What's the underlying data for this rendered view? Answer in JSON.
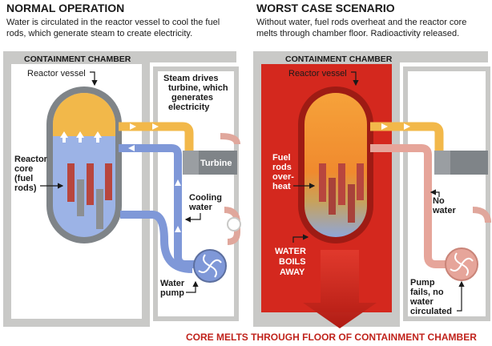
{
  "normal": {
    "title": "NORMAL OPERATION",
    "desc_line1": "Water is circulated in the reactor vessel to cool the fuel",
    "desc_line2": "rods, which generate steam to create electricity.",
    "chamber_label": "CONTAINMENT CHAMBER",
    "reactor_vessel": "Reactor vessel",
    "steam_line1": "Steam drives",
    "steam_line2": "turbine, which",
    "steam_line3": "generates",
    "steam_line4": "electricity",
    "turbine": "Turbine",
    "core_line1": "Reactor",
    "core_line2": "core",
    "core_line3": "(fuel",
    "core_line4": "rods)",
    "cooling_line1": "Cooling",
    "cooling_line2": "water",
    "pump_line1": "Water",
    "pump_line2": "pump"
  },
  "worst": {
    "title": "WORST CASE SCENARIO",
    "desc_line1": "Without water, fuel rods overheat and the reactor core",
    "desc_line2": "melts through chamber floor. Radioactivity released.",
    "chamber_label": "CONTAINMENT CHAMBER",
    "reactor_vessel": "Reactor vessel",
    "fuel_line1": "Fuel",
    "fuel_line2": "rods",
    "fuel_line3": "over-",
    "fuel_line4": "heat",
    "boils_line1": "WATER",
    "boils_line2": "BOILS",
    "boils_line3": "AWAY",
    "nowater_line1": "No",
    "nowater_line2": "water",
    "pump_line1": "Pump",
    "pump_line2": "fails, no",
    "pump_line3": "water",
    "pump_line4": "circulated"
  },
  "footer": "CORE MELTS THROUGH FLOOR OF CONTAINMENT CHAMBER",
  "colors": {
    "chamber_gray": "#c9c9c7",
    "vessel_shell": "#7f8488",
    "steam_orange": "#f2b84a",
    "water_blue": "#9cb3e6",
    "pipe_blue": "#7f98d8",
    "rod_red": "#b8463e",
    "rod_gray": "#8c8f92",
    "meltdown_red": "#d4281e",
    "pink_pipe": "#e6a59a",
    "footer_red": "#c0231c"
  }
}
